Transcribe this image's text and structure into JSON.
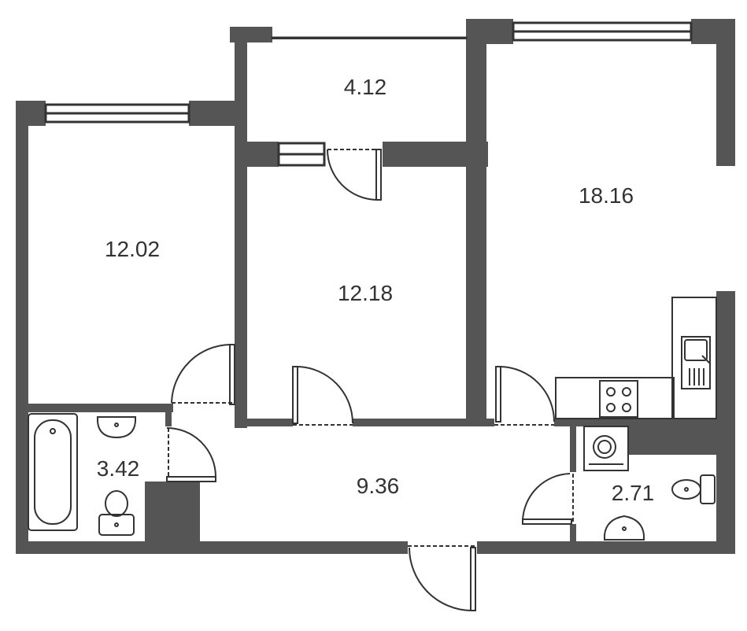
{
  "plan": {
    "wall_color": "#555555",
    "line_color": "#333333",
    "rooms": [
      {
        "id": "room-bedroom-left",
        "area": "12.02"
      },
      {
        "id": "room-balcony",
        "area": "4.12"
      },
      {
        "id": "room-bedroom-middle",
        "area": "12.18"
      },
      {
        "id": "room-kitchen-living",
        "area": "18.16"
      },
      {
        "id": "room-bathroom",
        "area": "3.42"
      },
      {
        "id": "room-hallway",
        "area": "9.36"
      },
      {
        "id": "room-toilet-laundry",
        "area": "2.71"
      }
    ],
    "fixtures": [
      "bathtub",
      "washbasin",
      "toilet",
      "washing-machine",
      "stove",
      "kitchen-sink"
    ]
  }
}
